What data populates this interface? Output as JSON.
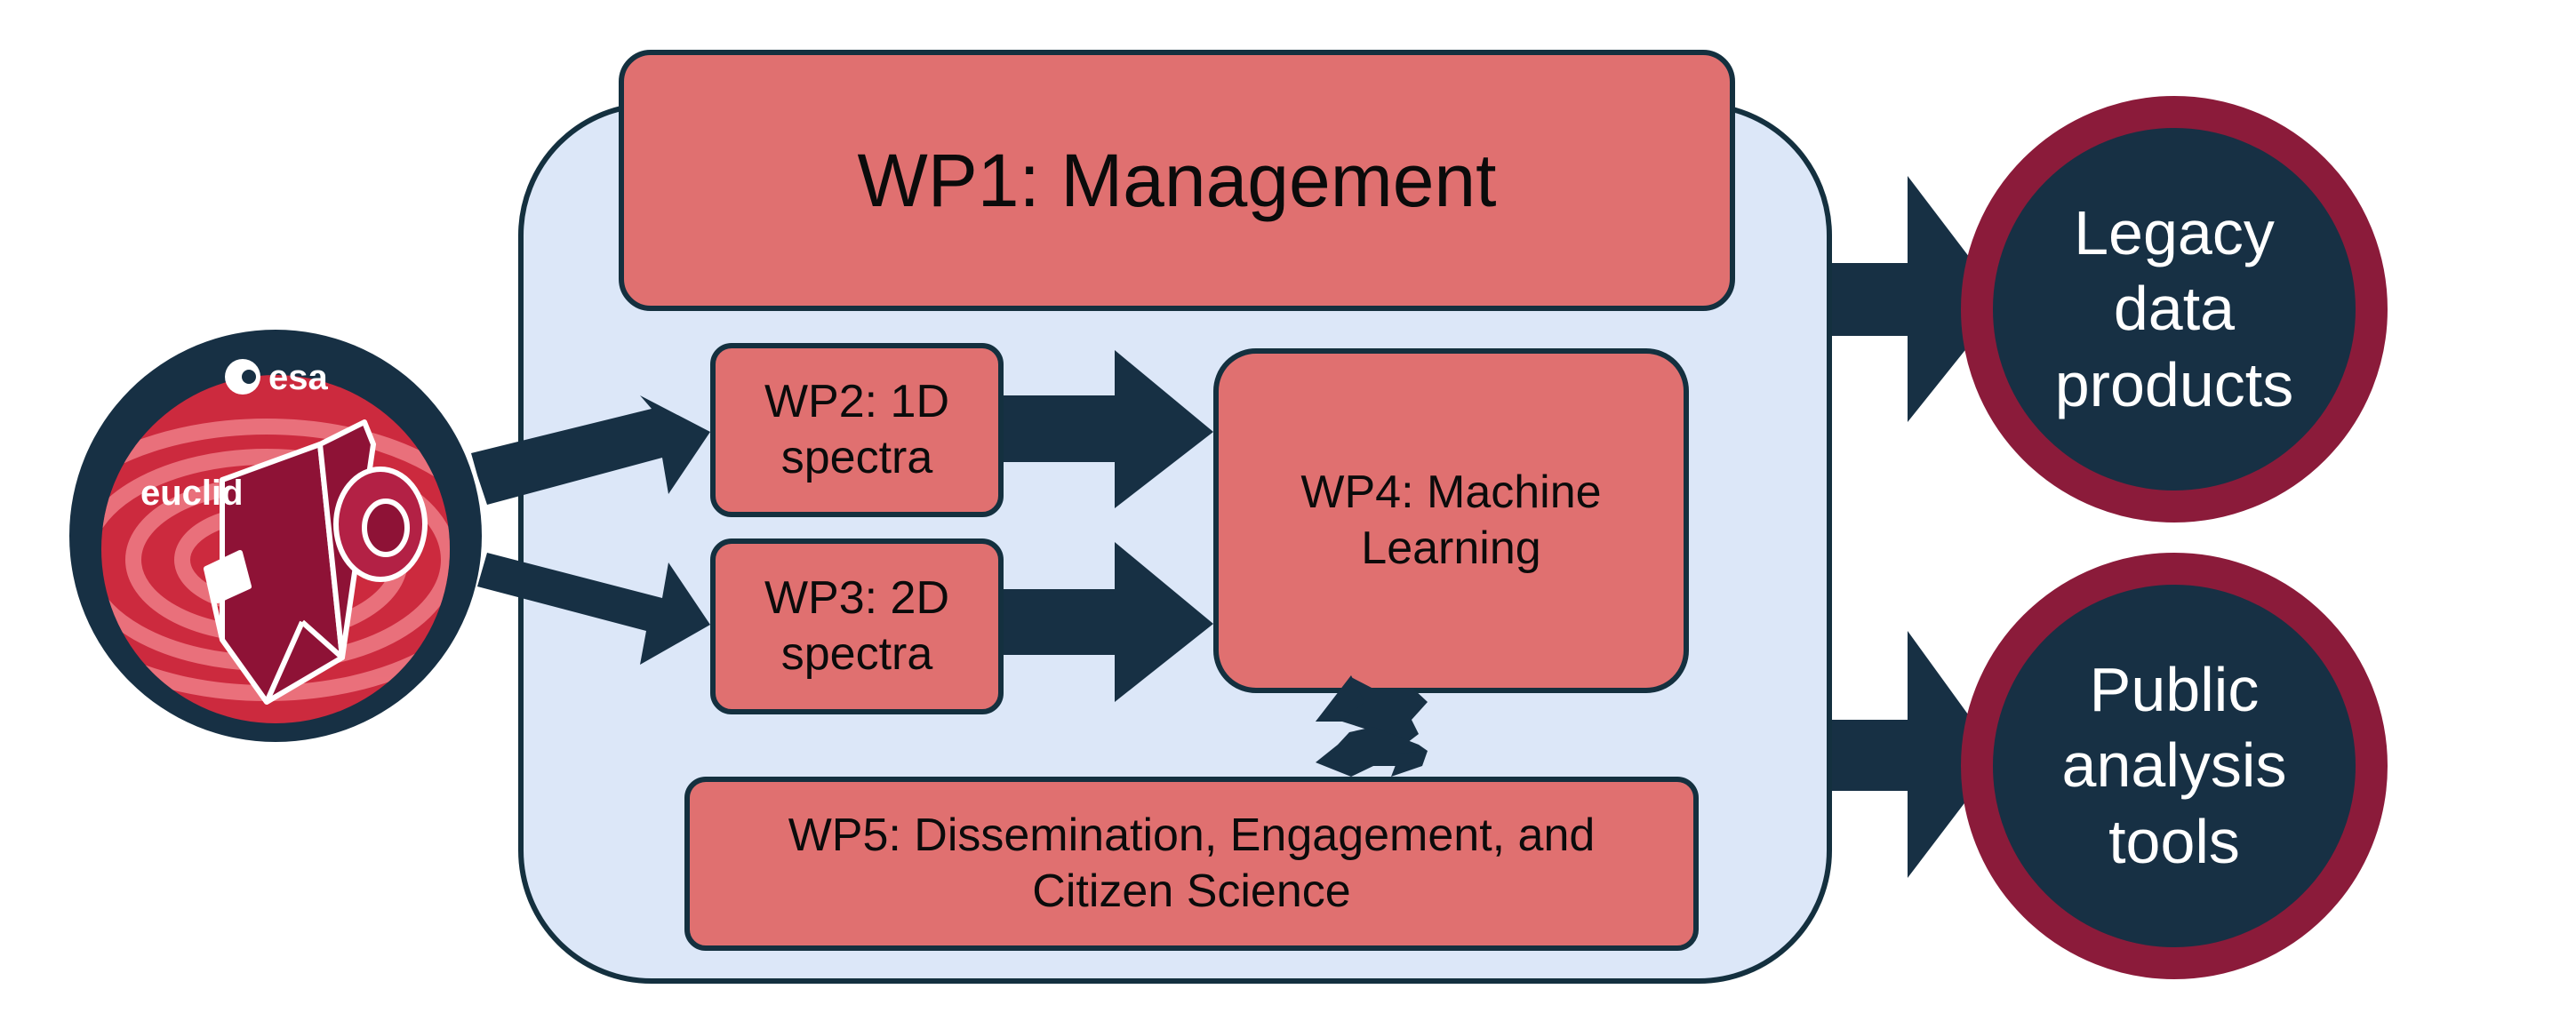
{
  "colors": {
    "navy": "#173044",
    "box_fill": "#e07070",
    "panel_fill": "#dce7f8",
    "circle_border": "#8b1b3a",
    "euclid_red": "#cc2a3e"
  },
  "logo": {
    "agency": "esa",
    "mission": "euclid",
    "icon": "euclid-telescope-icon"
  },
  "work_packages": {
    "wp1": "WP1: Management",
    "wp2": [
      "WP2: 1D",
      "spectra"
    ],
    "wp3": [
      "WP3: 2D",
      "spectra"
    ],
    "wp4": [
      "WP4: Machine",
      "Learning"
    ],
    "wp5": [
      "WP5: Dissemination, Engagement, and",
      "Citizen Science"
    ]
  },
  "outputs": {
    "legacy": [
      "Legacy",
      "data",
      "products"
    ],
    "public": [
      "Public",
      "analysis",
      "tools"
    ]
  }
}
